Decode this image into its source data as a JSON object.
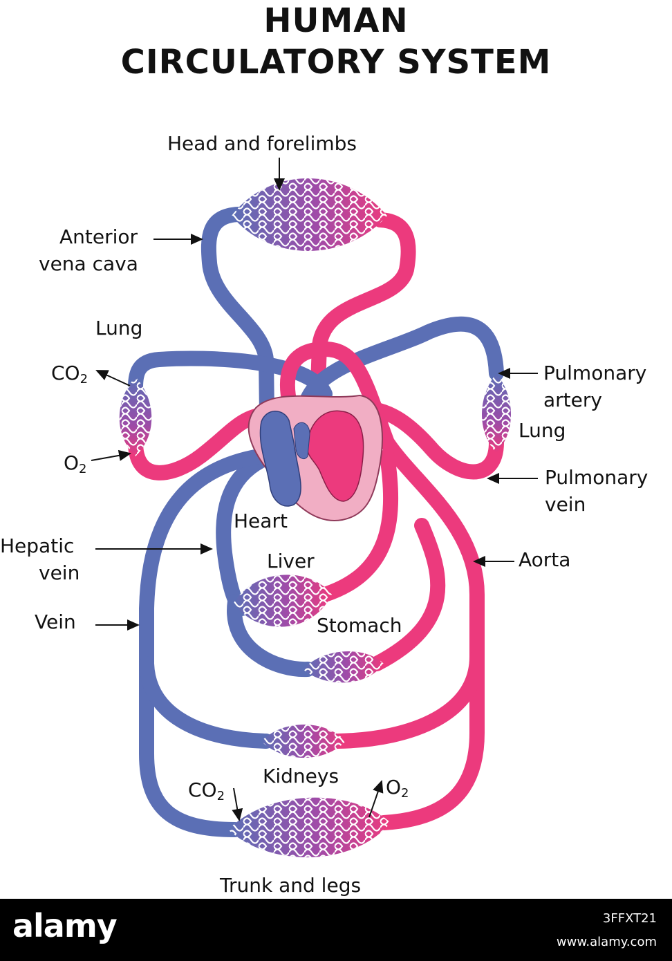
{
  "title": {
    "line1": "HUMAN",
    "line2": "CIRCULATORY SYSTEM"
  },
  "labels": {
    "head_forelimbs": "Head and forelimbs",
    "anterior_vena_cava_1": "Anterior",
    "anterior_vena_cava_2": "vena cava",
    "lung_left": "Lung",
    "co2_left": "CO",
    "o2_left": "O",
    "pulmonary_artery_1": "Pulmonary",
    "pulmonary_artery_2": "artery",
    "lung_right": "Lung",
    "pulmonary_vein_1": "Pulmonary",
    "pulmonary_vein_2": "vein",
    "heart": "Heart",
    "hepatic_vein_1": "Hepatic",
    "hepatic_vein_2": "vein",
    "liver": "Liver",
    "aorta": "Aorta",
    "vein": "Vein",
    "stomach": "Stomach",
    "kidneys": "Kidneys",
    "co2_bottom": "CO",
    "o2_bottom": "O",
    "subscript_2": "2",
    "trunk_legs": "Trunk and legs"
  },
  "watermark": {
    "brand": "alamy",
    "image_id": "3FFXT21",
    "url": "www.alamy.com"
  },
  "colors": {
    "vein_blue": "#5b6fb5",
    "artery_pink": "#ec3a7d",
    "heart_bg": "#f1aec4",
    "text": "#111111"
  }
}
